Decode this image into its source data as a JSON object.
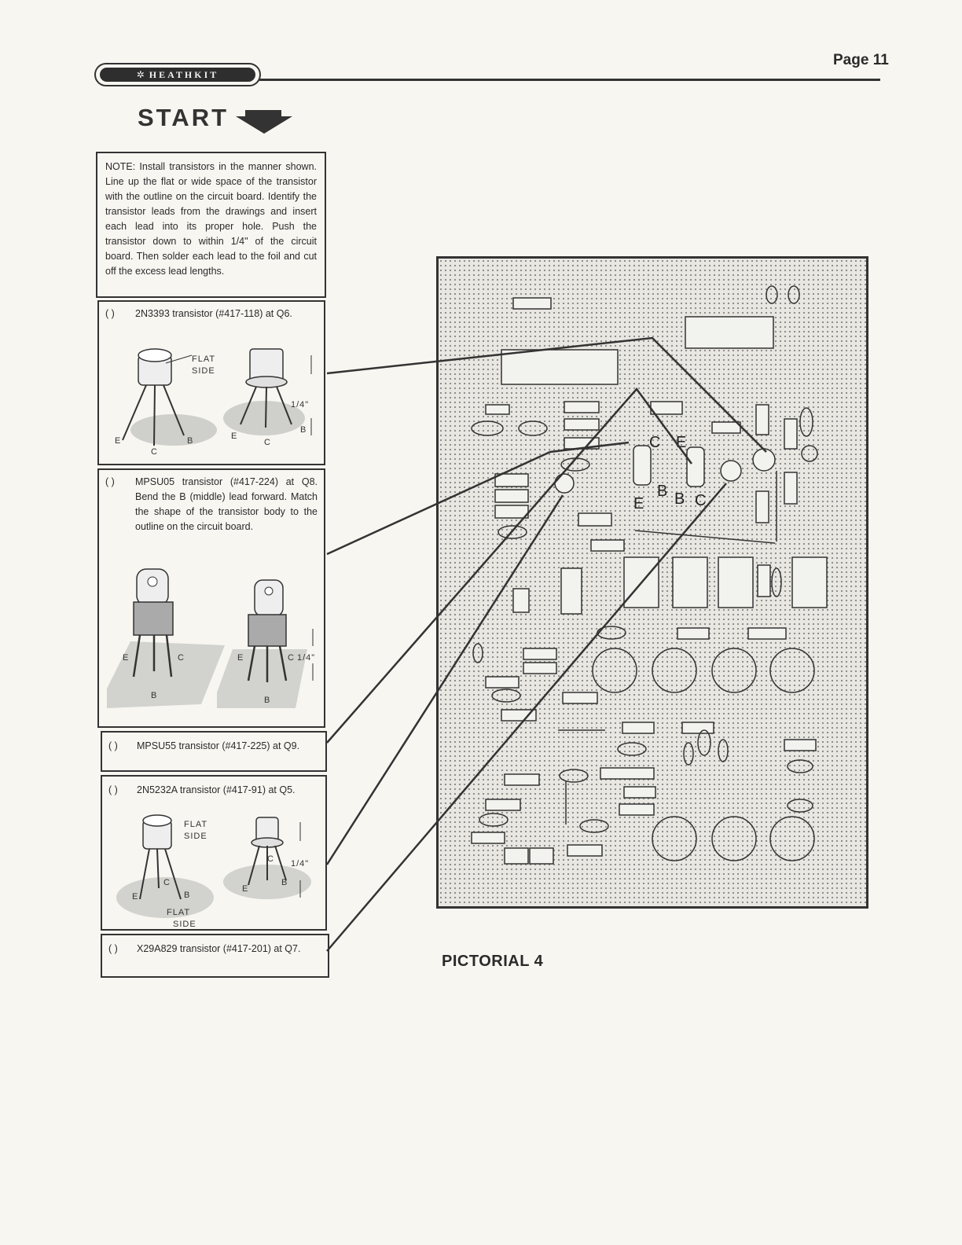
{
  "header": {
    "brand": "HEATHKIT",
    "page_number": "Page 11"
  },
  "start": {
    "label": "START"
  },
  "note": {
    "text": "NOTE: Install transistors in the manner shown. Line up the flat or wide space of the transistor with the outline on the circuit board. Identify the transistor leads from the drawings and insert each lead into its proper hole. Push the transistor down to within 1/4\" of the circuit board. Then solder each lead to the foil and cut off the excess lead lengths."
  },
  "steps": [
    {
      "checkbox": "(  )",
      "text": "2N3393 transistor (#417-118) at Q6.",
      "labels": {
        "flat": "FLAT",
        "side": "SIDE",
        "e": "E",
        "c": "C",
        "b": "B",
        "e2": "E",
        "c2": "C",
        "b2": "B",
        "dim": "1/4\""
      }
    },
    {
      "checkbox": "(  )",
      "text": "MPSU05 transistor (#417-224) at Q8. Bend the B (middle) lead forward. Match the shape of the transistor body to the outline on the circuit board.",
      "labels": {
        "e": "E",
        "c": "C",
        "b": "B",
        "e2": "E",
        "c2": "C",
        "b2": "B",
        "dim": "1/4\""
      }
    },
    {
      "checkbox": "(  )",
      "text": "MPSU55 transistor (#417-225) at Q9."
    },
    {
      "checkbox": "(  )",
      "text": "2N5232A transistor (#417-91) at Q5.",
      "labels": {
        "flat": "FLAT",
        "side": "SIDE",
        "flat2": "FLAT",
        "side2": "SIDE",
        "e": "E",
        "c": "C",
        "b": "B",
        "e2": "E",
        "c2": "C",
        "b2": "B",
        "dim": "1/4\""
      }
    },
    {
      "checkbox": "(  )",
      "text": "X29A829 transistor (#417-201) at Q7."
    }
  ],
  "pcb": {
    "labels": {
      "c": "C",
      "e": "E",
      "b1": "B",
      "b2": "B",
      "c2": "C",
      "e2": "E"
    }
  },
  "figure": {
    "caption": "PICTORIAL 4"
  }
}
